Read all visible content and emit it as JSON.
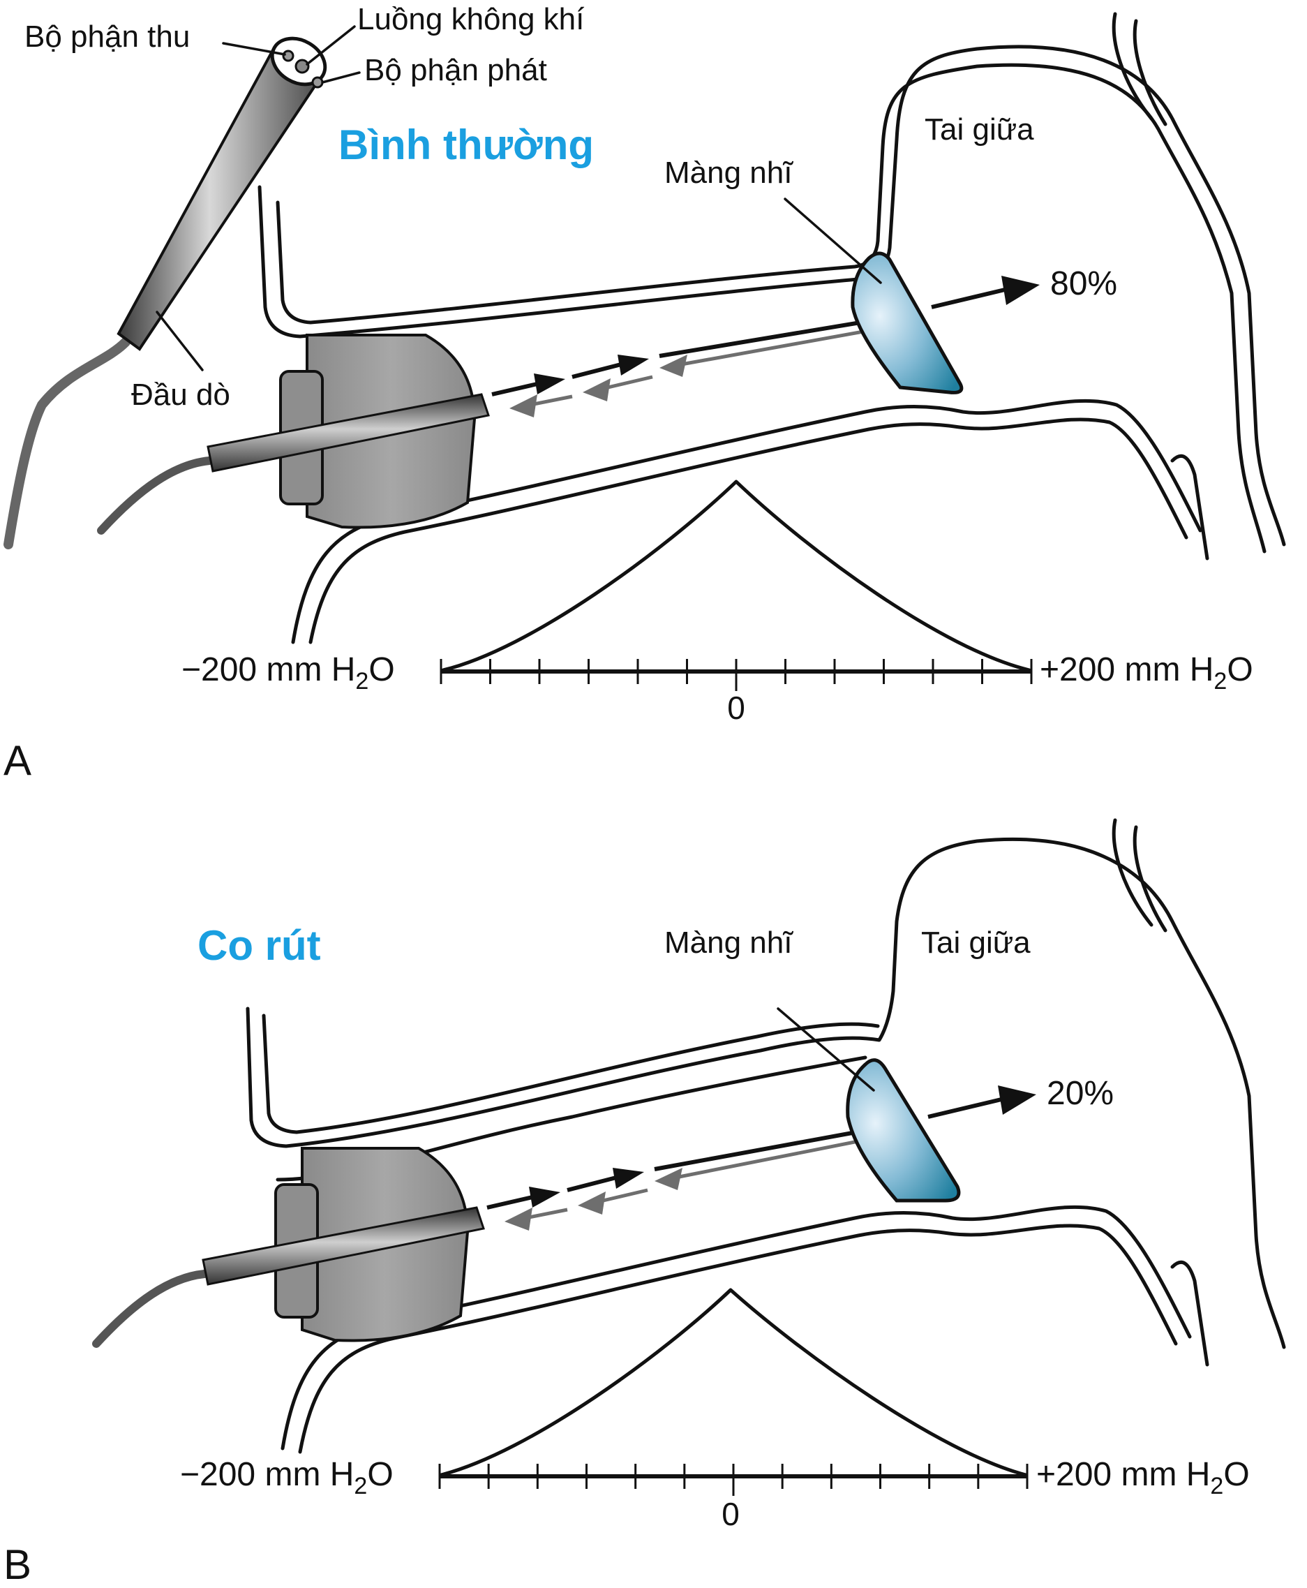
{
  "figure": {
    "panels": [
      {
        "id": "A",
        "panel_label": "A",
        "title": "Bình thường",
        "probe_callouts": {
          "receiver": "Bộ phận thu",
          "airflow": "Luồng không khí",
          "emitter": "Bộ phận phát",
          "probe": "Đầu dò"
        },
        "eardrum_label": "Màng nhĩ",
        "middle_ear_label": "Tai giữa",
        "transmission_label": "80%",
        "transmission_percent": 80,
        "axis": {
          "left_label": "−200 mm H",
          "right_label": "+200 mm H",
          "subscript": "2",
          "suffix": "O",
          "center_label": "0",
          "min": -200,
          "max": 200,
          "ticks": 13
        }
      },
      {
        "id": "B",
        "panel_label": "B",
        "title": "Co rút",
        "eardrum_label": "Màng nhĩ",
        "middle_ear_label": "Tai giữa",
        "transmission_label": "20%",
        "transmission_percent": 20,
        "axis": {
          "left_label": "−200 mm H",
          "right_label": "+200 mm H",
          "subscript": "2",
          "suffix": "O",
          "center_label": "0",
          "min": -200,
          "max": 200,
          "ticks": 13
        }
      }
    ],
    "colors": {
      "title": "#1a9fe0",
      "eardrum_light": "#dcecf6",
      "eardrum_dark": "#2a86a8",
      "probe_gray": "#8c8c8c",
      "plug_gray": "#a0a0a0",
      "reflected_arrow": "#6e6e6e"
    }
  }
}
